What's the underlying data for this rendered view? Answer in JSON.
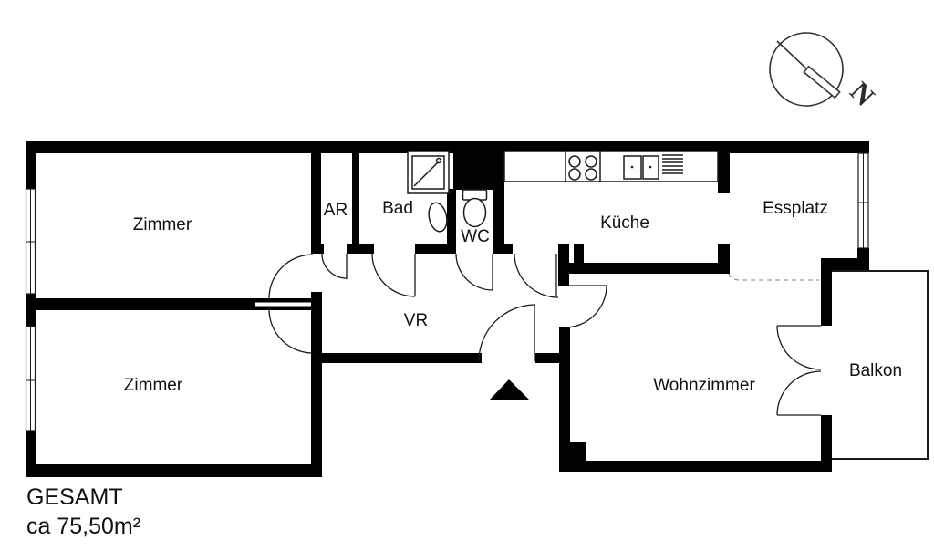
{
  "plan": {
    "type": "apartment-floor-plan",
    "rooms": [
      {
        "id": "zimmer-1",
        "label": "Zimmer"
      },
      {
        "id": "zimmer-2",
        "label": "Zimmer"
      },
      {
        "id": "ar",
        "label": "AR"
      },
      {
        "id": "bad",
        "label": "Bad"
      },
      {
        "id": "wc",
        "label": "WC"
      },
      {
        "id": "kueche",
        "label": "Küche"
      },
      {
        "id": "essplatz",
        "label": "Essplatz"
      },
      {
        "id": "vr",
        "label": "VR"
      },
      {
        "id": "wohnzimmer",
        "label": "Wohnzimmer"
      },
      {
        "id": "balkon",
        "label": "Balkon"
      }
    ],
    "total": {
      "heading": "GESAMT",
      "area": "ca 75,50m²"
    },
    "compass": {
      "north_label": "N"
    },
    "colors": {
      "wall": "#000000",
      "background": "#ffffff",
      "line": "#1a1a1a",
      "dashed_line": "#9a9a9a",
      "compass": "#333333",
      "text": "#111111"
    }
  }
}
